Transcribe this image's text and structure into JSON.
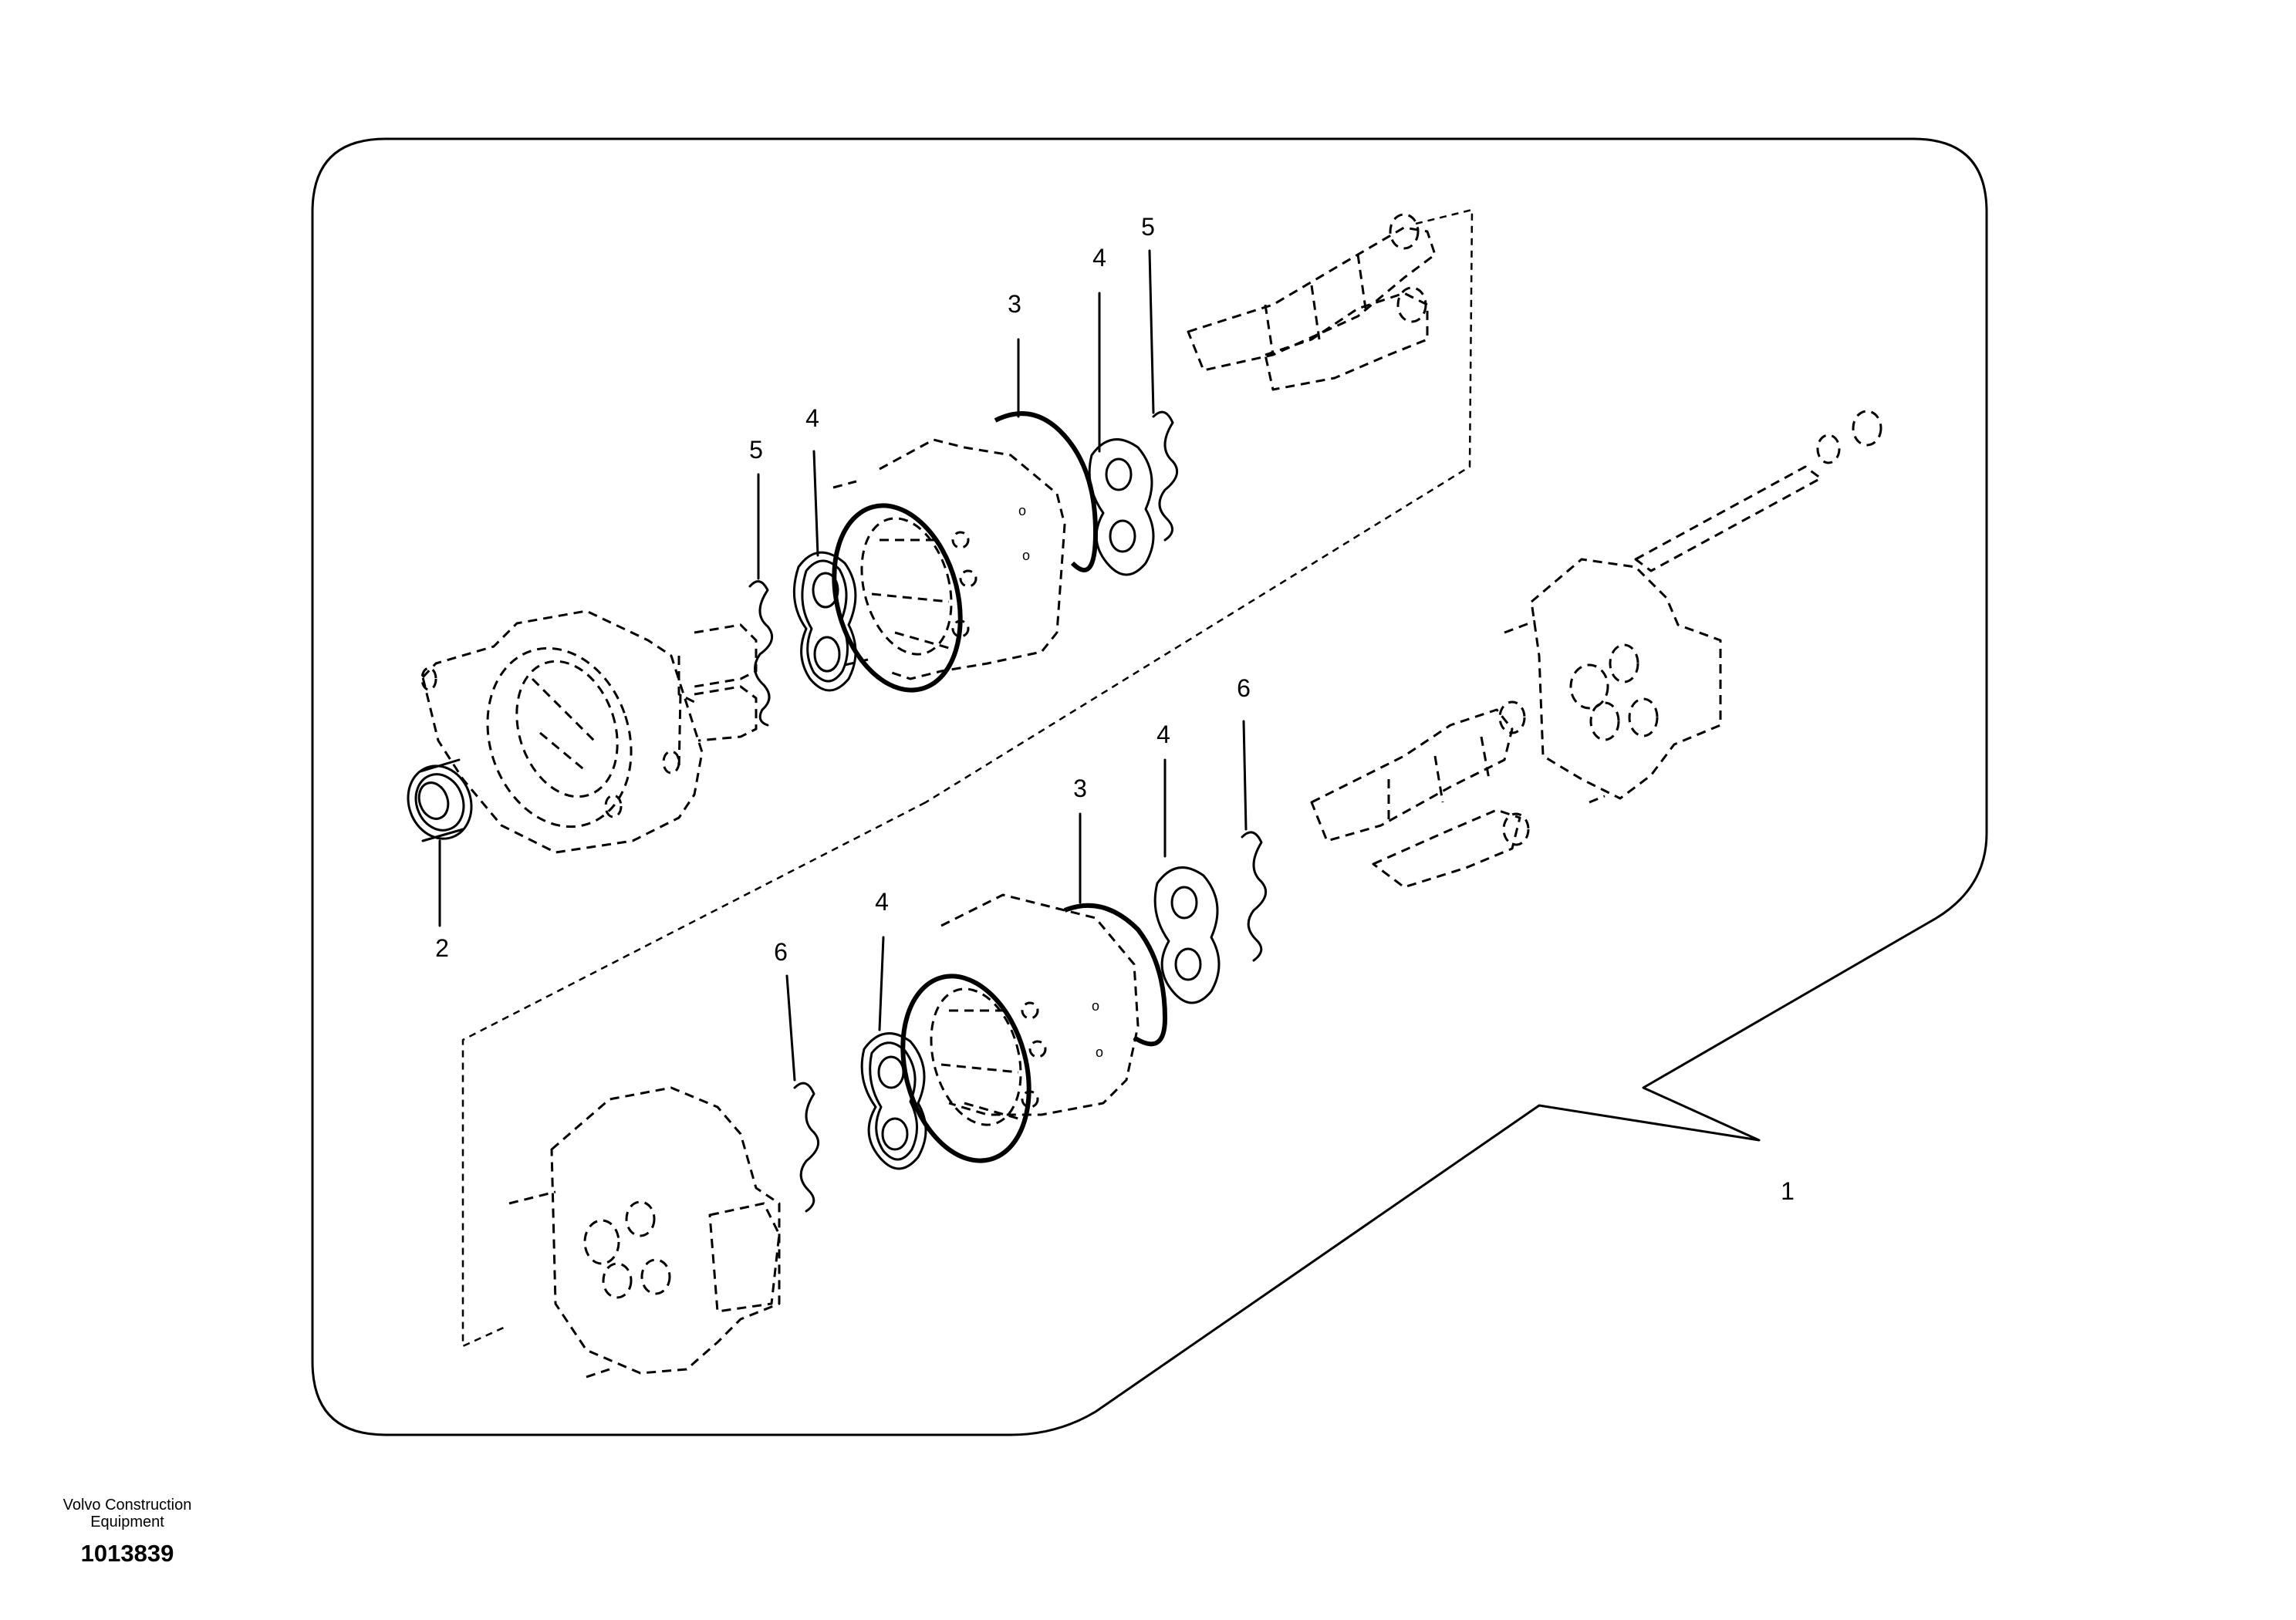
{
  "callouts": {
    "c1": "1",
    "c2": "2",
    "c3_top": "3",
    "c4_top_right": "4",
    "c5_top_right": "5",
    "c4_top_left": "4",
    "c5_top_left": "5",
    "c6_bottom_right": "6",
    "c4_bottom_right": "4",
    "c3_bottom": "3",
    "c4_bottom_left": "4",
    "c6_bottom_left": "6"
  },
  "footer": {
    "brand_line1": "Volvo Construction",
    "brand_line2": "Equipment",
    "doc_number": "1013839"
  }
}
